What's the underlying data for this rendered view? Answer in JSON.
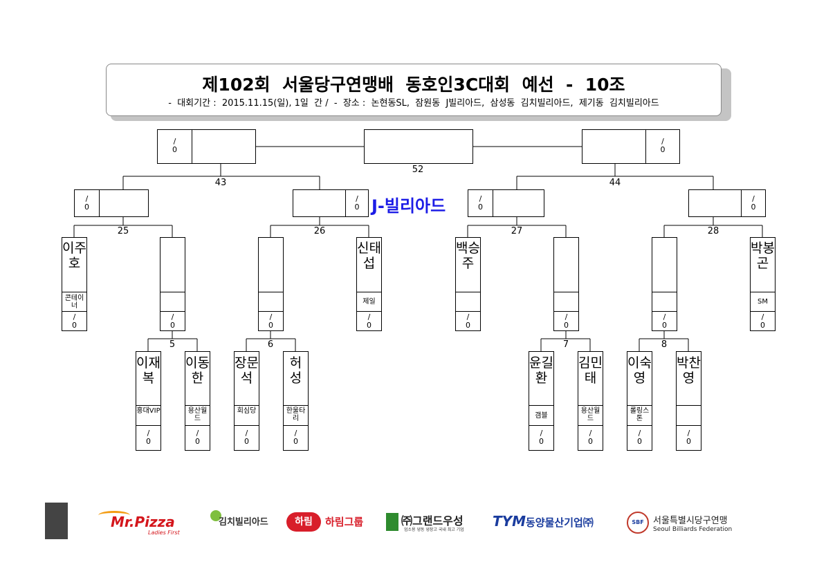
{
  "header": {
    "title": "제102회  서울당구연맹배  동호인3C대회  예선  -  10조",
    "subtitle": "-  대회기간 :  2015.11.15(일), 1일  간 /  -  장소 :  논현동SL,  잠원동  J빌리아드,  삼성동  김치빌리아드,  제기동  김치빌리아드"
  },
  "venue": "J-빌리아드",
  "score_blank": "/\n0",
  "match_numbers": {
    "m5": "5",
    "m6": "6",
    "m7": "7",
    "m8": "8",
    "m25": "25",
    "m26": "26",
    "m27": "27",
    "m28": "28",
    "m43": "43",
    "m44": "44",
    "m52": "52"
  },
  "players": {
    "p1": {
      "name": "이주호",
      "club": "콘테이너"
    },
    "p2": {
      "name": "신태섭",
      "club": "제일"
    },
    "p3": {
      "name": "백승주",
      "club": ""
    },
    "p4": {
      "name": "박봉곤",
      "club": "SM"
    },
    "p5": {
      "name": "이재복",
      "club": "홍대VIP"
    },
    "p6": {
      "name": "이동한",
      "club": "용산월드"
    },
    "p7": {
      "name": "장문석",
      "club": "회심당"
    },
    "p8": {
      "name": "허  성",
      "club": "한울타리"
    },
    "p9": {
      "name": "윤길환",
      "club": "갬블"
    },
    "p10": {
      "name": "김민태",
      "club": "용산월드"
    },
    "p11": {
      "name": "이숙영",
      "club": "롤링스톤"
    },
    "p12": {
      "name": "박찬영",
      "club": ""
    }
  },
  "sponsors": {
    "mrpizza": "Mr.Pizza",
    "mrpizza_tag": "Ladies First",
    "kimchi": "김치빌리아드",
    "harim_badge": "하림",
    "harim": "하림그룹",
    "grand": "㈜그랜드우성",
    "grand_sub": "업소용 냉동 냉장고 국내 최고 기업",
    "tym": "TYM",
    "dongyang": "동양물산기업㈜",
    "sbf_badge": "SBF",
    "sbf_ko": "서울특별시당구연맹",
    "sbf_en": "Seoul Billiards Federation"
  },
  "colors": {
    "venue_blue": "#1c1ce6",
    "pizza_red": "#d4161c",
    "pizza_orange": "#f39c12",
    "harim_red": "#d81e2a",
    "grand_green": "#2e8b2e",
    "tym_blue": "#1a3c9e"
  }
}
